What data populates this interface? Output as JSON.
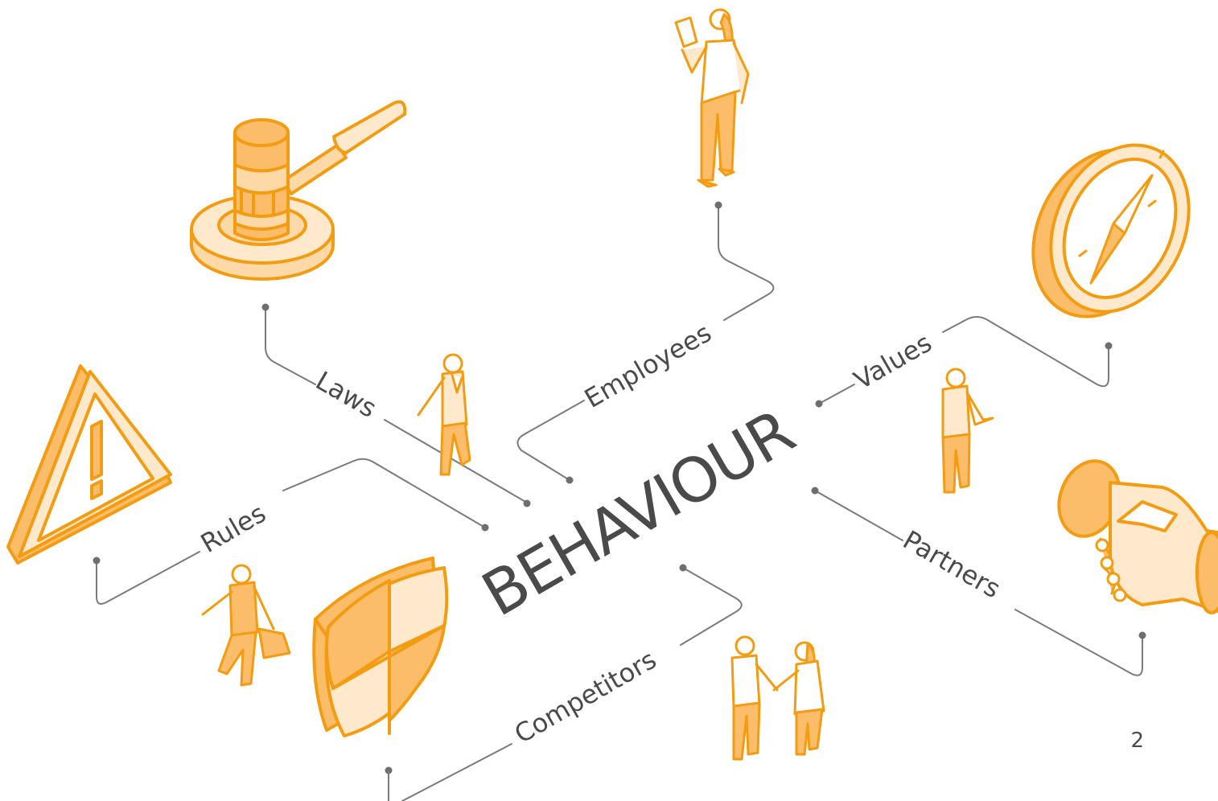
{
  "title": "BEHAVIOUR",
  "labels": {
    "laws": "Laws",
    "employees": "Employees",
    "values": "Values",
    "rules": "Rules",
    "partners": "Partners",
    "competitors": "Competitors"
  },
  "page_number": "2",
  "colors": {
    "accent": "#f39c12",
    "fill_light": "#fdd9a8",
    "fill_mid": "#fbbd6a",
    "text": "#4a4a4a",
    "connector": "#7a7a7a"
  },
  "icons": [
    "gavel-icon",
    "person-reading-icon",
    "compass-icon",
    "warning-sign-icon",
    "handshake-icon",
    "shield-icon",
    "person-walking-phone-icon",
    "person-tablet-icon",
    "businessman-briefcase-icon",
    "people-shaking-hands-icon"
  ]
}
